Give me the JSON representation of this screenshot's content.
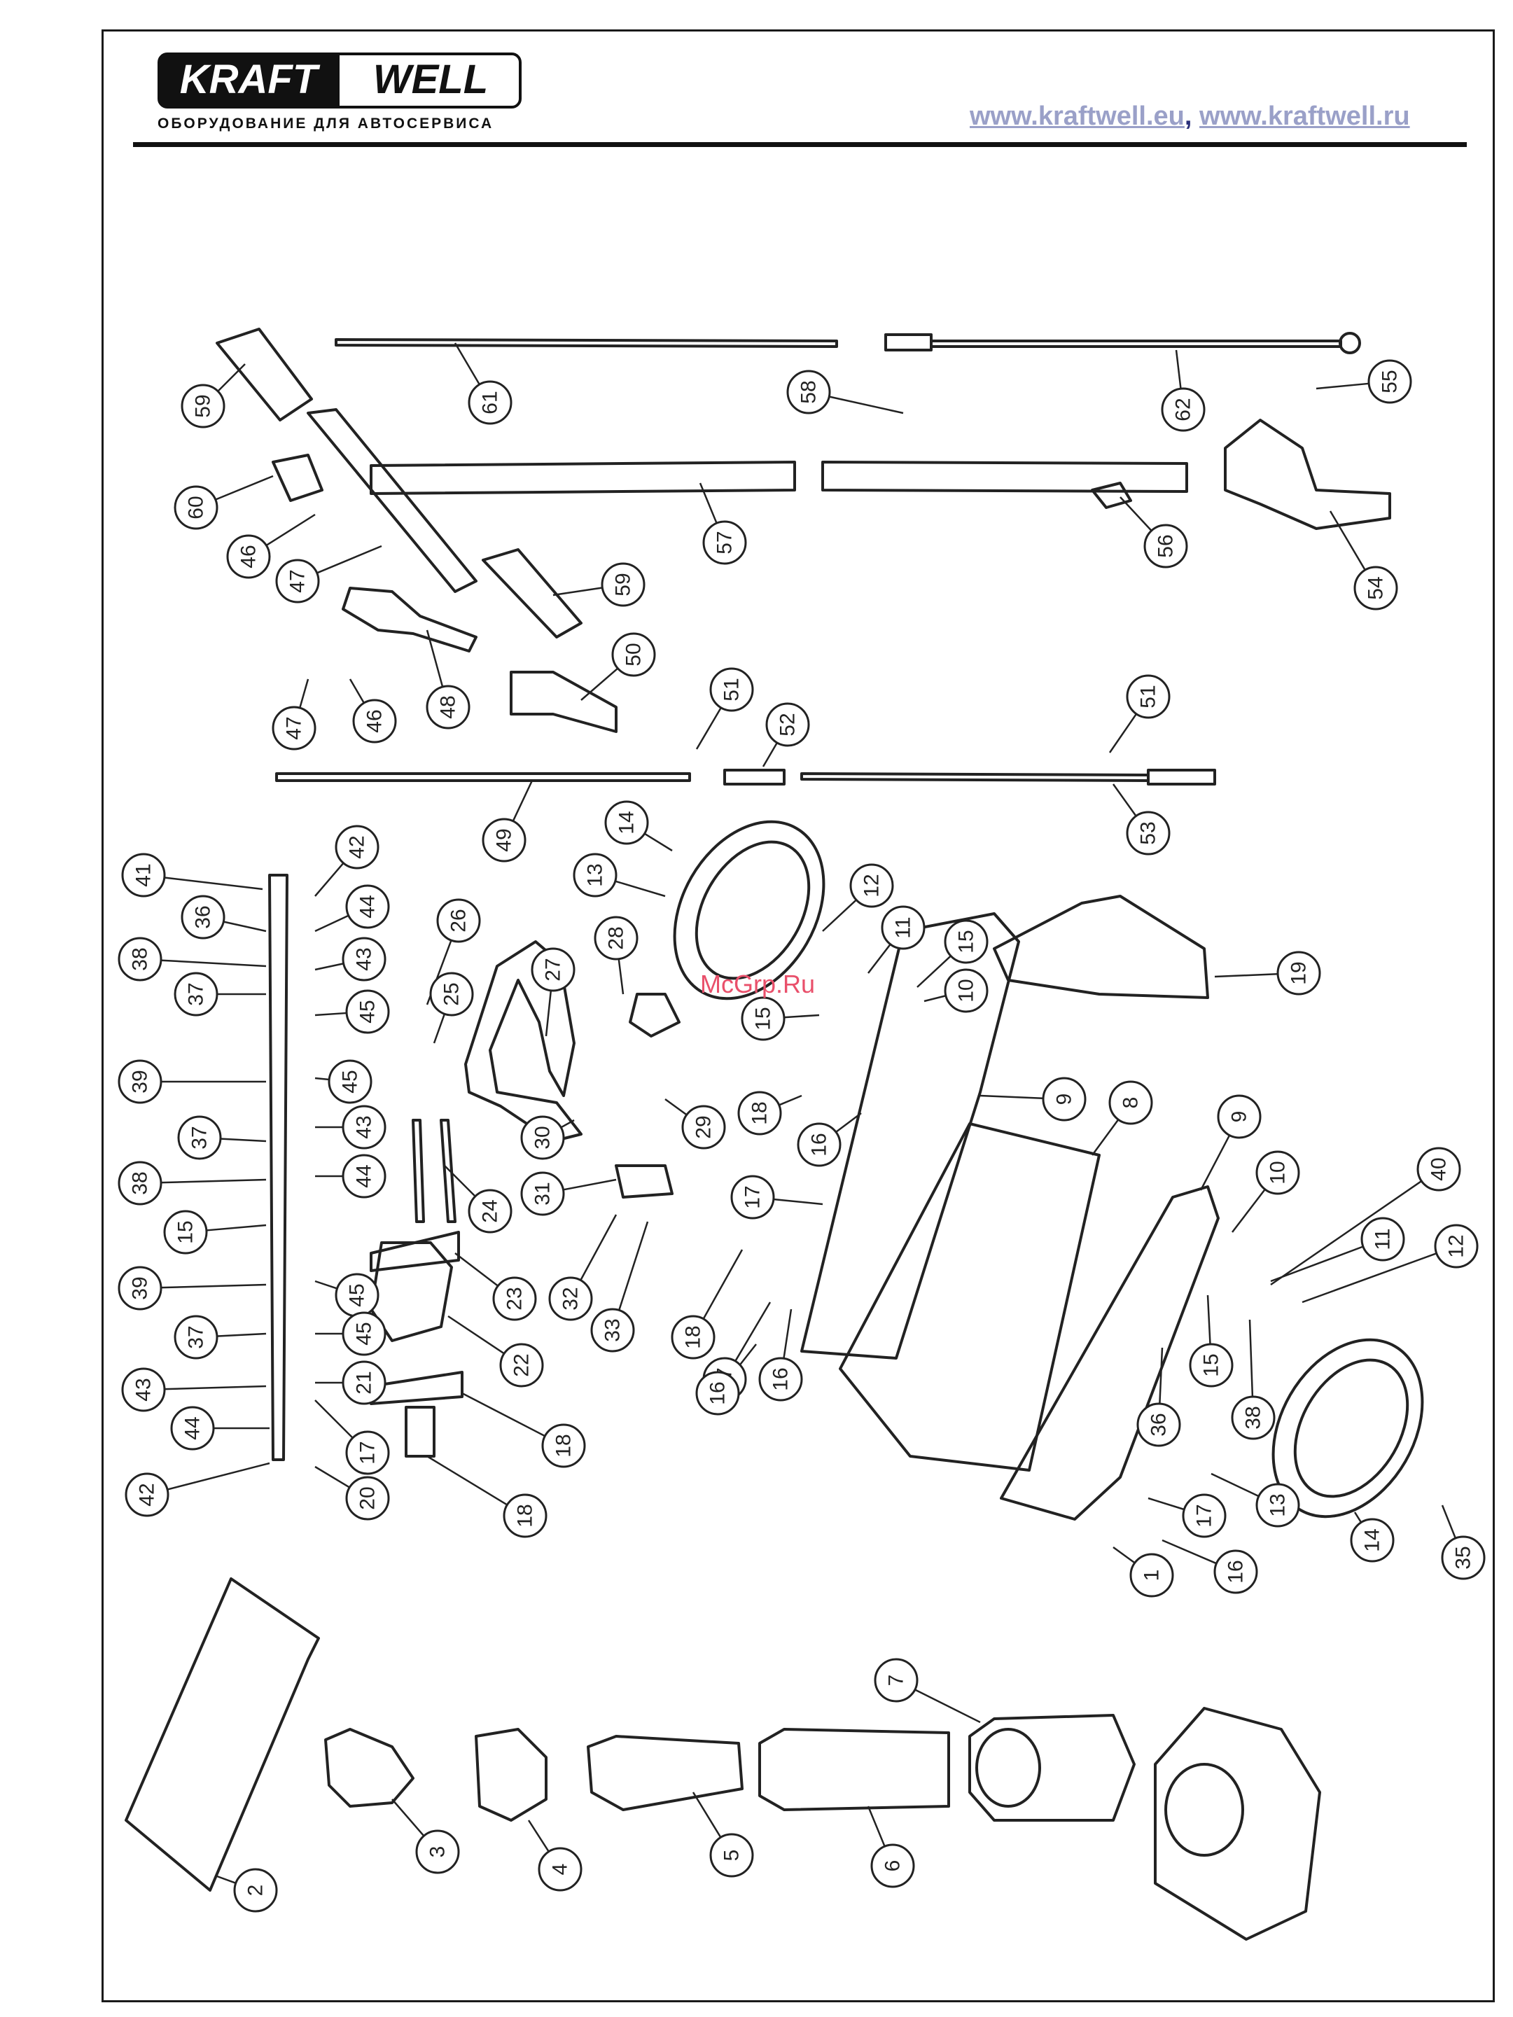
{
  "header": {
    "brand_left": "KRAFT",
    "brand_right": "WELL",
    "brand_subtitle": "ОБОРУДОВАНИЕ ДЛЯ АВТОСЕРВИСА",
    "website_1": "www.kraftwell.eu",
    "website_separator": ",",
    "website_2": "www.kraftwell.ru"
  },
  "watermark": "McGrp.Ru",
  "part_labels": [
    "59",
    "61",
    "58",
    "62",
    "55",
    "60",
    "57",
    "56",
    "54",
    "46",
    "47",
    "59",
    "48",
    "50",
    "47",
    "46",
    "51",
    "52",
    "51",
    "49",
    "53",
    "14",
    "41",
    "42",
    "13",
    "12",
    "36",
    "44",
    "26",
    "27",
    "28",
    "11",
    "15",
    "38",
    "43",
    "25",
    "10",
    "19",
    "37",
    "45",
    "15",
    "39",
    "45",
    "9",
    "29",
    "18",
    "16",
    "8",
    "37",
    "43",
    "30",
    "9",
    "38",
    "44",
    "24",
    "31",
    "17",
    "10",
    "15",
    "40",
    "11",
    "12",
    "39",
    "45",
    "23",
    "32",
    "33",
    "18",
    "17",
    "16",
    "37",
    "45",
    "22",
    "15",
    "16",
    "38",
    "43",
    "21",
    "18",
    "36",
    "44",
    "17",
    "13",
    "14",
    "35",
    "42",
    "20",
    "18",
    "17",
    "16",
    "1",
    "2",
    "3",
    "4",
    "5",
    "6",
    "7"
  ]
}
